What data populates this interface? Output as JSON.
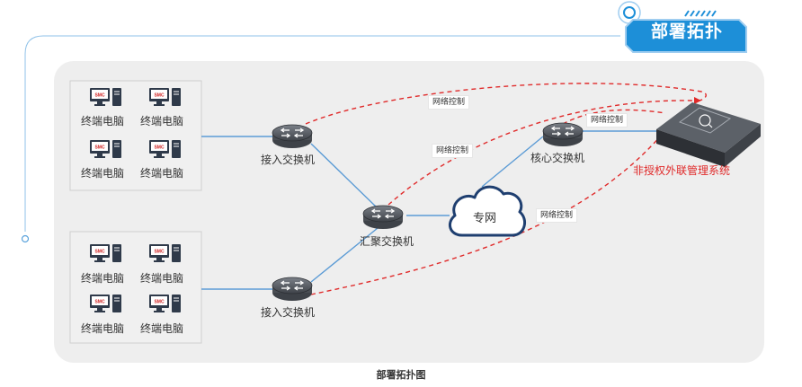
{
  "header": {
    "badge_title": "部署拓扑"
  },
  "caption": "部署拓扑图",
  "groups": [
    {
      "pcs": [
        {
          "label": "终端电脑"
        },
        {
          "label": "终端电脑"
        },
        {
          "label": "终端电脑"
        },
        {
          "label": "终端电脑"
        }
      ]
    },
    {
      "pcs": [
        {
          "label": "终端电脑"
        },
        {
          "label": "终端电脑"
        },
        {
          "label": "终端电脑"
        },
        {
          "label": "终端电脑"
        }
      ]
    }
  ],
  "pc_screen_text": "SMC",
  "switches": {
    "access_top": "接入交换机",
    "access_bottom": "接入交换机",
    "aggregation": "汇聚交换机",
    "core": "核心交换机"
  },
  "cloud_label": "专网",
  "system_label": "非授权外联管理系统",
  "control_labels": [
    "网络控制",
    "网络控制",
    "网络控制",
    "网络控制"
  ],
  "colors": {
    "accent": "#1d8fd8",
    "link": "#5b9bd5",
    "control": "#e02a2a",
    "panel": "#eeeeee",
    "cloud_outline": "#1f3f70",
    "device": "#50545a"
  },
  "icons": {
    "pc": "desktop-computer-icon",
    "switch": "network-switch-icon",
    "cloud": "cloud-icon",
    "appliance": "security-appliance-icon"
  }
}
